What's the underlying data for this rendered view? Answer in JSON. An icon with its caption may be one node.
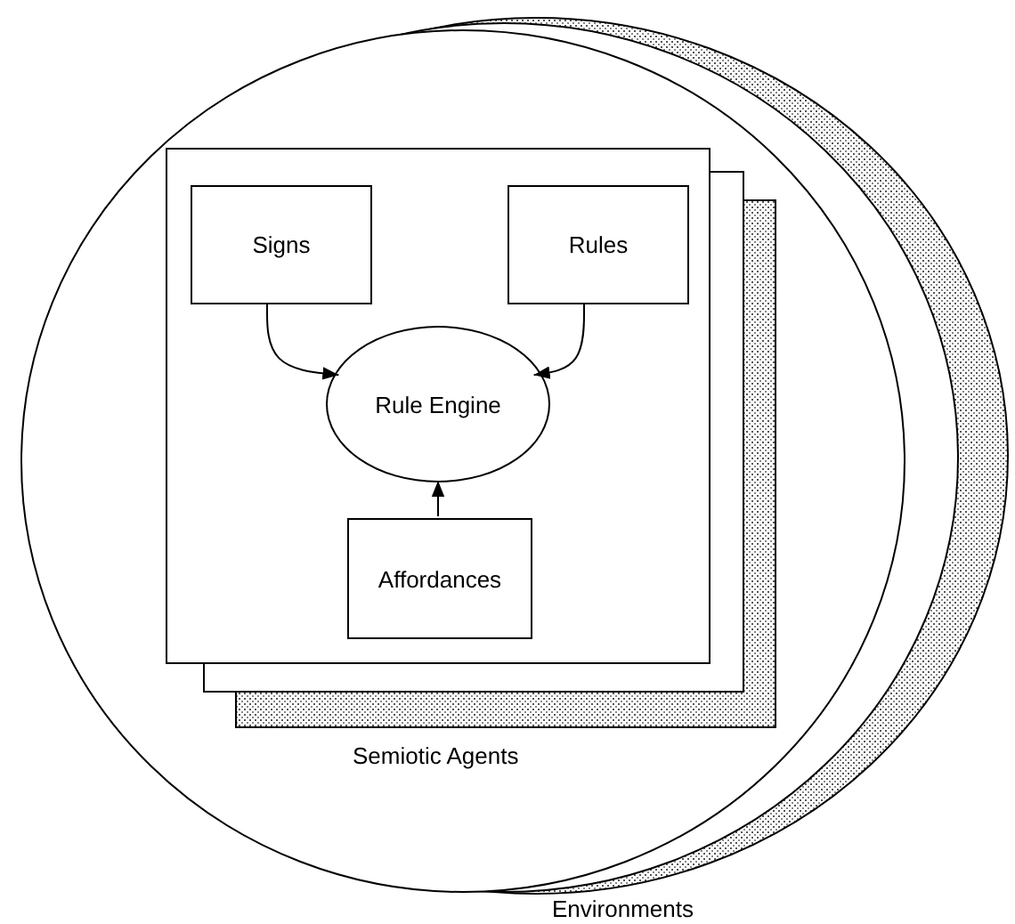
{
  "diagram": {
    "nodes": [
      {
        "text": [
          "Environments"
        ]
      },
      {
        "text": [
          "Semiotic Agents"
        ],
        "in": 0
      },
      {
        "text": [
          "Signs"
        ],
        "in": 1
      },
      {
        "text": [
          "Rules"
        ],
        "in": 1
      },
      {
        "text": [
          "Rule Engine"
        ],
        "in": 1
      },
      {
        "text": [
          "Affordances"
        ],
        "in": 1
      }
    ],
    "edges": [
      {
        "from": 2,
        "to": 4,
        "arrow": "to"
      },
      {
        "from": 3,
        "to": 4,
        "arrow": "to"
      },
      {
        "from": 5,
        "to": 4,
        "arrow": "to"
      }
    ]
  }
}
